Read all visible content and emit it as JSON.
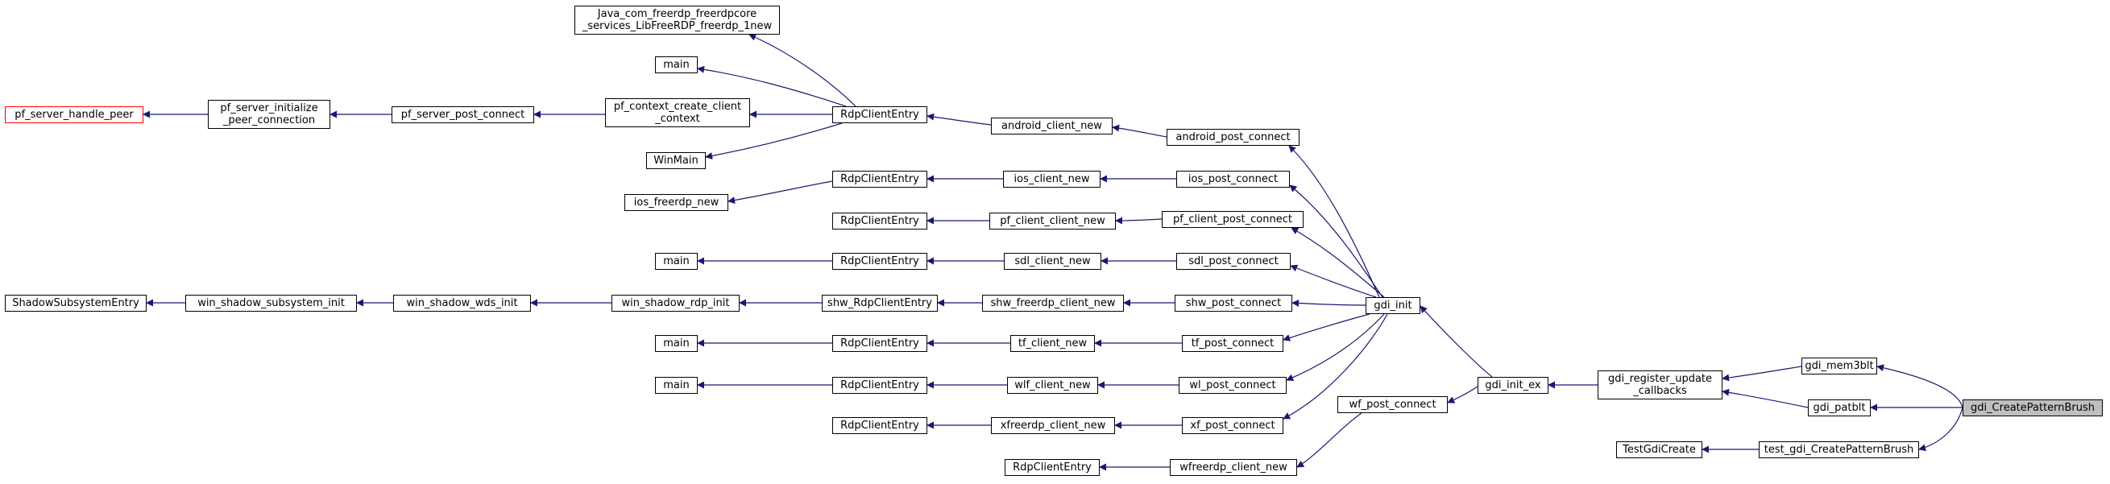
{
  "graph": {
    "title": "",
    "nodes": {
      "gdi_createpatternbrush": "gdi_CreatePatternBrush",
      "gdi_mem3blt": "gdi_mem3blt",
      "gdi_patblt": "gdi_patblt",
      "test_gdi_createpatternbrush": "test_gdi_CreatePatternBrush",
      "testgdicreate": "TestGdiCreate",
      "gdi_register_update_callbacks": "gdi_register_update\n_callbacks",
      "gdi_init_ex": "gdi_init_ex",
      "wf_post_connect": "wf_post_connect",
      "wfreerdp_client_new": "wfreerdp_client_new",
      "rdpcliententry_win": "RdpClientEntry",
      "gdi_init": "gdi_init",
      "android_post_connect": "android_post_connect",
      "ios_post_connect": "ios_post_connect",
      "pf_client_post_connect": "pf_client_post_connect",
      "sdl_post_connect": "sdl_post_connect",
      "shw_post_connect": "shw_post_connect",
      "tf_post_connect": "tf_post_connect",
      "wl_post_connect": "wl_post_connect",
      "xf_post_connect": "xf_post_connect",
      "android_client_new": "android_client_new",
      "ios_client_new": "ios_client_new",
      "pf_client_client_new": "pf_client_client_new",
      "sdl_client_new": "sdl_client_new",
      "shw_freerdp_client_new": "shw_freerdp_client_new",
      "tf_client_new": "tf_client_new",
      "wlf_client_new": "wlf_client_new",
      "xfreerdp_client_new": "xfreerdp_client_new",
      "rdpcliententry_android": "RdpClientEntry",
      "rdpcliententry_ios": "RdpClientEntry",
      "rdpcliententry_pf": "RdpClientEntry",
      "rdpcliententry_sdl": "RdpClientEntry",
      "shw_rdpcliententry": "shw_RdpClientEntry",
      "rdpcliententry_tf": "RdpClientEntry",
      "rdpcliententry_wl": "RdpClientEntry",
      "rdpcliententry_xf": "RdpClientEntry",
      "java_freerdp_new": "Java_com_freerdp_freerdpcore\n_services_LibFreeRDP_freerdp_1new",
      "main_android": "main",
      "pf_context_create_client_context": "pf_context_create_client\n_context",
      "winmain": "WinMain",
      "ios_freerdp_new": "ios_freerdp_new",
      "main_sdl": "main",
      "win_shadow_rdp_init": "win_shadow_rdp_init",
      "main_tf": "main",
      "main_wl": "main",
      "pf_server_post_connect": "pf_server_post_connect",
      "pf_server_initialize_peer_connection": "pf_server_initialize\n_peer_connection",
      "pf_server_handle_peer": "pf_server_handle_peer",
      "win_shadow_wds_init": "win_shadow_wds_init",
      "win_shadow_subsystem_init": "win_shadow_subsystem_init",
      "shadowsubsystementry": "ShadowSubsystemEntry"
    },
    "edge_color": "#191970"
  }
}
